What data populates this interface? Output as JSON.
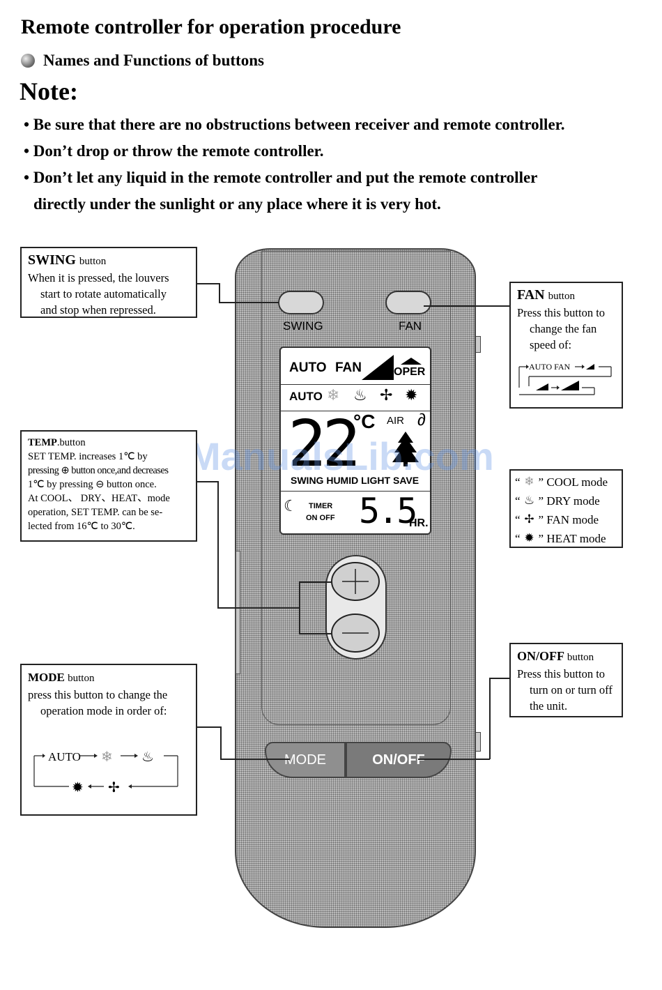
{
  "title": "Remote controller for operation procedure",
  "subtitle": "Names and Functions of buttons",
  "note_heading": "Note:",
  "notes": [
    "• Be sure that there are no obstructions between receiver and remote controller.",
    "• Don’t drop or throw the remote controller.",
    "• Don’t let any liquid in the remote controller and put the remote controller",
    "directly under the sunlight or any place where it is very hot."
  ],
  "swing_box": {
    "heading": "SWING",
    "heading_suffix": "button",
    "line1": "When it is pressed, the louvers",
    "line2": "start to rotate automatically",
    "line3": "and stop when repressed."
  },
  "fan_box": {
    "heading": "FAN",
    "heading_suffix": "button",
    "line1": "Press this button to",
    "line2": "change the fan",
    "line3": "speed of:",
    "diagram_label": "AUTO FAN"
  },
  "temp_box": {
    "heading": "TEMP",
    "heading_suffix": ".button",
    "line1": "SET TEMP. increases 1℃ by",
    "line2": "pressing ⊕ button once,and decreases",
    "line3": "1℃ by pressing ⊖ button once.",
    "line4": "At COOL、 DRY、HEAT、mode",
    "line5": "operation, SET TEMP. can be se-",
    "line6": "lected from 16℃ to 30℃."
  },
  "modes_box": {
    "cool": "” COOL mode",
    "dry": "” DRY mode",
    "fan": "” FAN mode",
    "heat": "” HEAT mode",
    "open_quote": "“"
  },
  "onoff_box": {
    "heading": "ON/OFF",
    "heading_suffix": "button",
    "line1": "Press this button to",
    "line2": "turn on or turn off",
    "line3": "the unit."
  },
  "mode_box": {
    "heading": "MODE",
    "heading_suffix": "button",
    "line1": "press this button to change the",
    "line2": "operation mode in order of:",
    "cycle_start": "AUTO"
  },
  "remote": {
    "swing_label": "SWING",
    "fan_label": "FAN",
    "mode_label": "MODE",
    "onoff_label": "ON/OFF",
    "lcd": {
      "row1_auto": "AUTO",
      "row1_fan": "FAN",
      "row1_oper": "OPER",
      "row2_auto": "AUTO",
      "temp_value": "22",
      "temp_unit": "°C",
      "air": "AIR",
      "row4": "SWING  HUMID LIGHT  SAVE",
      "timer": "TIMER",
      "on_off": "ON OFF",
      "timer_value": "5.5",
      "hr": "HR."
    }
  },
  "watermark": "ManualsLib.com"
}
